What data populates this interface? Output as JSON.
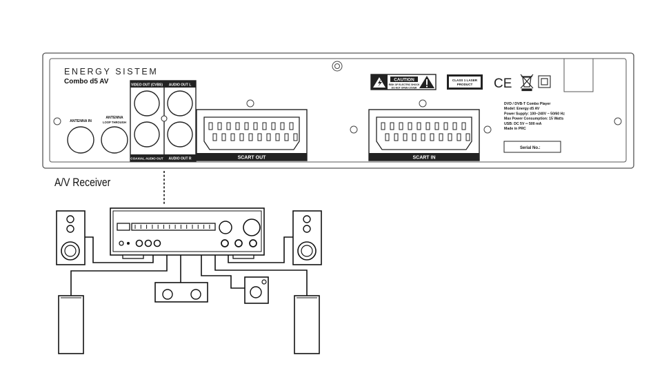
{
  "panel": {
    "brand": "ENERGY SISTEM",
    "model": "Combo d5 AV",
    "antenna_in": "ANTENNA IN",
    "antenna_loop_1": "ANTENNA",
    "antenna_loop_2": "LOOP THROUGH",
    "video_out": "VIDEO OUT (CVBS)",
    "audio_out_l": "AUDIO OUT L",
    "coaxial_audio_out": "COAXIAL AUDIO OUT",
    "audio_out_r": "AUDIO OUT R",
    "scart_out": "SCART OUT",
    "scart_in": "SCART IN",
    "caution": "CAUTION",
    "caution_line1": "RISK OF ELECTRIC SHOCK",
    "caution_line2": "DO NOT OPEN COVER",
    "laser_line1": "CLASS 1 LASER",
    "laser_line2": "PRODUCT",
    "ce_mark": "CE",
    "info_lines": [
      "DVD / DVB-T Combo Player",
      "Model: Energy d5 AV",
      "Power Supply: 100~240V ~ 50/60 Hz",
      "Max Power Consumption: 15 Watts",
      "USB: DC 5V ═ 500 mA",
      "Made in PRC"
    ],
    "serial_no": "Serial No.:"
  },
  "receiver_caption": "A/V Receiver"
}
